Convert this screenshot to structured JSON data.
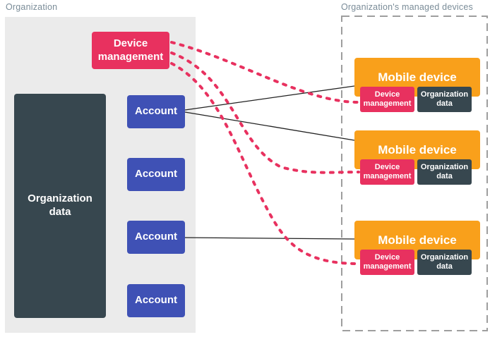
{
  "labels": {
    "organization": "Organization",
    "managed_devices": "Organization's managed devices"
  },
  "organization": {
    "device_management": "Device management",
    "organization_data": "Organization data",
    "accounts": [
      "Account",
      "Account",
      "Account",
      "Account"
    ]
  },
  "devices": [
    {
      "title": "Mobile device",
      "device_management": "Device management",
      "organization_data": "Organization data"
    },
    {
      "title": "Mobile device",
      "device_management": "Device management",
      "organization_data": "Organization data"
    },
    {
      "title": "Mobile device",
      "device_management": "Device management",
      "organization_data": "Organization data"
    }
  ],
  "colors": {
    "pink": "#E8315F",
    "orange": "#F9A01B",
    "indigo": "#3F51B5",
    "dark_slate": "#37474F",
    "container_gray": "#EBEBEB",
    "dashed_border": "#9E9E9E",
    "label_text": "#7A8C98",
    "connector_black": "#212121"
  }
}
